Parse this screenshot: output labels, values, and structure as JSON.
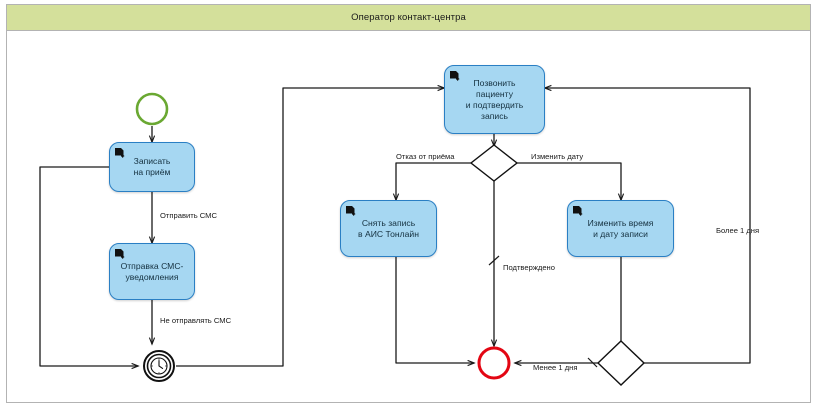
{
  "pool": {
    "title": "Оператор контакт-центра",
    "header_color": "#d4e09b",
    "border_color": "#b3b3b3"
  },
  "colors": {
    "task_fill": "#a6d7f2",
    "task_stroke": "#2a7fc4",
    "start_event": "#6aa832",
    "end_event": "#e30613",
    "flow": "#1a1a1a",
    "timer_event": "#111111"
  },
  "events": [
    {
      "id": "start",
      "name": "start-event",
      "type": "start",
      "label": ""
    },
    {
      "id": "timer",
      "name": "timer-intermediate-event",
      "type": "timer",
      "label": ""
    },
    {
      "id": "end",
      "name": "end-event",
      "type": "end",
      "label": ""
    }
  ],
  "tasks": [
    {
      "id": "t1",
      "name": "task-zapisat-na-priem",
      "label": "Записать\nна приём",
      "icon": "user-task-icon"
    },
    {
      "id": "t2",
      "name": "task-otpravka-sms",
      "label": "Отправка СМС-\nуведомления",
      "icon": "user-task-icon"
    },
    {
      "id": "t3",
      "name": "task-pozvonit-pacientu",
      "label": "Позвонить\nпациенту\nи подтвердить\nзапись",
      "icon": "user-task-icon"
    },
    {
      "id": "t4",
      "name": "task-snyat-zapis",
      "label": "Снять запись\nв АИС Тонлайн",
      "icon": "user-task-icon"
    },
    {
      "id": "t5",
      "name": "task-izmenit-vremya",
      "label": "Изменить время\nи дату записи",
      "icon": "user-task-icon"
    }
  ],
  "gateways": [
    {
      "id": "g1",
      "name": "gateway-confirmation",
      "type": "exclusive"
    },
    {
      "id": "g2",
      "name": "gateway-date-distance",
      "type": "exclusive"
    }
  ],
  "flow_labels": [
    {
      "id": "f1",
      "name": "flow-label-send-sms",
      "text": "Отправить СМС"
    },
    {
      "id": "f2",
      "name": "flow-label-no-sms",
      "text": "Не отправлять СМС"
    },
    {
      "id": "f3",
      "name": "flow-label-refusal",
      "text": "Отказ от приёма"
    },
    {
      "id": "f4",
      "name": "flow-label-change-date",
      "text": "Изменить дату"
    },
    {
      "id": "f5",
      "name": "flow-label-confirmed",
      "text": "Подтверждено"
    },
    {
      "id": "f6",
      "name": "flow-label-less-than-day",
      "text": "Менее 1 дня"
    },
    {
      "id": "f7",
      "name": "flow-label-more-than-day",
      "text": "Более 1 дня"
    }
  ]
}
